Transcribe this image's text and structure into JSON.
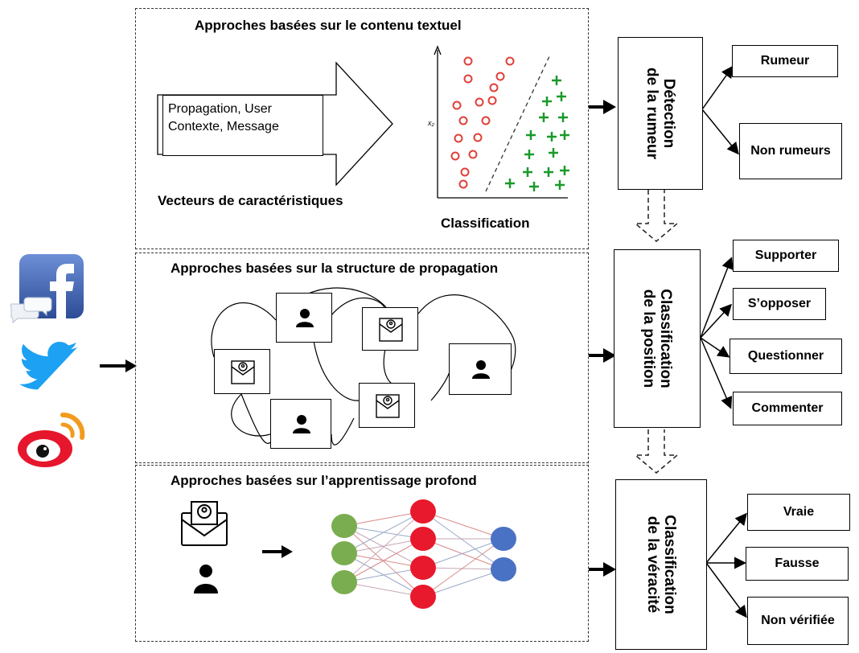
{
  "panels": {
    "text": {
      "title": "Approches basées sur le contenu textuel",
      "feature_lines": [
        "Propagation, User",
        "Contexte, Message"
      ],
      "feature_caption": "Vecteurs de caractéristiques",
      "classification_caption": "Classification",
      "axis_label": "x₂"
    },
    "structure": {
      "title": "Approches basées sur la structure de propagation"
    },
    "deep": {
      "title": "Approches basées sur l’apprentissage profond"
    }
  },
  "stages": {
    "detection": {
      "line1": "Détection",
      "line2": "de la rumeur"
    },
    "position": {
      "line1": "Classification",
      "line2": "de la position"
    },
    "veracity": {
      "line1": "Classification",
      "line2": "de la véracité"
    }
  },
  "outputs": {
    "detection": [
      "Rumeur",
      "Non rumeurs"
    ],
    "position": [
      "Supporter",
      "S’opposer",
      "Questionner",
      "Commenter"
    ],
    "veracity": [
      "Vraie",
      "Fausse",
      "Non vérifiée"
    ]
  },
  "colors": {
    "facebook": "#3b5998",
    "twitter": "#1da1f2",
    "weibo": "#e6162d",
    "circle_class": "#e0403a",
    "plus_class": "#1a9a2a",
    "nn_input": "#7aad4f",
    "nn_hidden": "#e8192c",
    "nn_output": "#4a72c4"
  },
  "icons": [
    "facebook-icon",
    "twitter-icon",
    "weibo-icon",
    "user-icon",
    "mail-icon"
  ]
}
